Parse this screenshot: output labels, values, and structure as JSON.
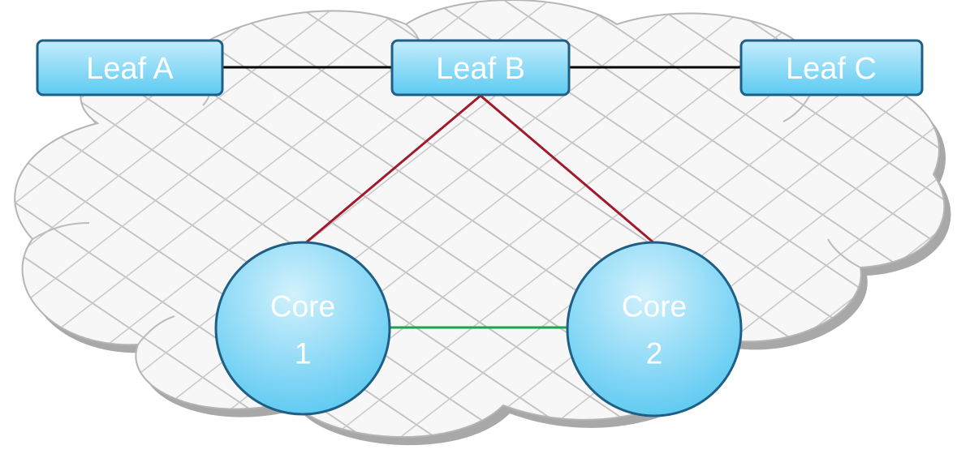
{
  "diagram": {
    "leaves": [
      {
        "id": "leaf-a",
        "label": "Leaf A"
      },
      {
        "id": "leaf-b",
        "label": "Leaf B"
      },
      {
        "id": "leaf-c",
        "label": "Leaf C"
      }
    ],
    "cores": [
      {
        "id": "core-1",
        "line1": "Core",
        "line2": "1"
      },
      {
        "id": "core-2",
        "line1": "Core",
        "line2": "2"
      }
    ],
    "links": [
      {
        "from": "Leaf A",
        "to": "Leaf B",
        "color": "#000000"
      },
      {
        "from": "Leaf B",
        "to": "Leaf C",
        "color": "#000000"
      },
      {
        "from": "Leaf B",
        "to": "Core 1",
        "color": "#a01a2c"
      },
      {
        "from": "Leaf B",
        "to": "Core 2",
        "color": "#a01a2c"
      },
      {
        "from": "Core 1",
        "to": "Core 2",
        "color": "#1aa64a"
      }
    ],
    "colors": {
      "node_fill_top": "#bfeafb",
      "node_fill_bottom": "#5fcdf3",
      "node_border": "#1f5f86",
      "cloud_fill": "#f6f6f6",
      "cloud_shadow": "#a9a9a9",
      "grid_line": "#c6c6c6"
    }
  }
}
